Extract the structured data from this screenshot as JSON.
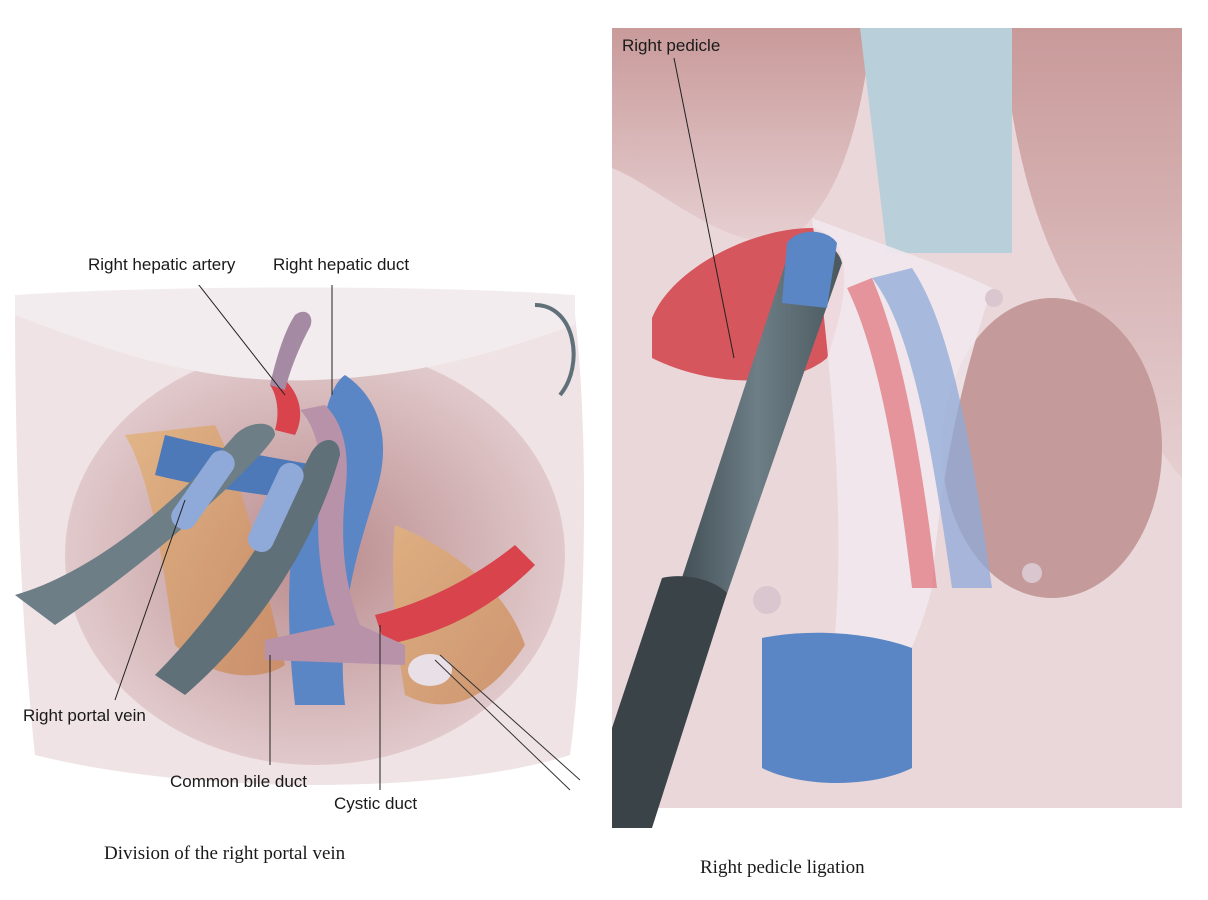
{
  "left_panel": {
    "labels": {
      "right_hepatic_artery": "Right hepatic artery",
      "right_hepatic_duct": "Right hepatic duct",
      "right_portal_vein": "Right portal vein",
      "common_bile_duct": "Common bile duct",
      "cystic_duct": "Cystic duct"
    },
    "caption": "Division of the right portal vein"
  },
  "right_panel": {
    "labels": {
      "right_pedicle": "Right pedicle"
    },
    "caption": "Right pedicle ligation"
  },
  "colors": {
    "tissue_pink": "#d9b5b8",
    "vein_blue": "#5b86c6",
    "artery_red": "#d8434c",
    "duct_mauve": "#b892a8",
    "instrument_gray": "#6d7e86",
    "fascia_white": "#efe6ea"
  }
}
